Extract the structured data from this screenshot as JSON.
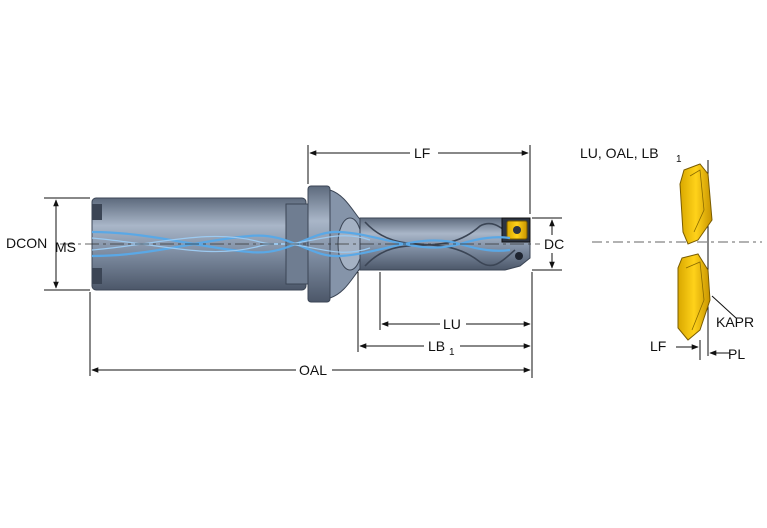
{
  "labels": {
    "lf": "LF",
    "dc": "DC",
    "dcon": "DCON",
    "dcon_sub": "MS",
    "lu": "LU",
    "lb": "LB",
    "lb_sub": "1",
    "oal": "OAL",
    "detail_header": "LU, OAL, LB",
    "detail_header_sub": "1",
    "kapr": "KAPR",
    "detail_lf": "LF",
    "pl": "PL"
  },
  "colors": {
    "body": "#7f8ea3",
    "body_light": "#a7b4c6",
    "body_dark": "#4a5566",
    "coolant": "#5aa8e6",
    "insert": "#f2c200",
    "insert_dark": "#8a6a00",
    "line": "#111111"
  }
}
